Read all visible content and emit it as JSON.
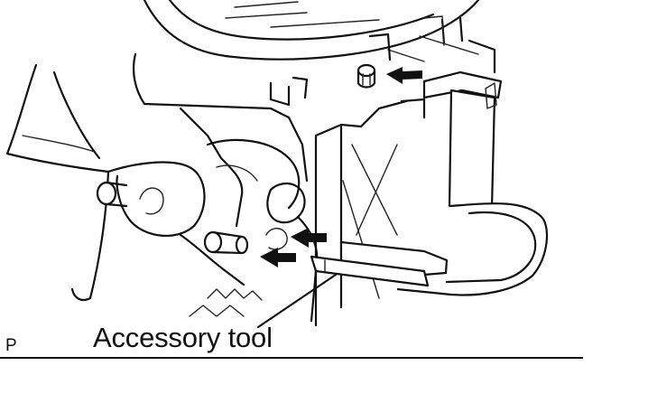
{
  "figure": {
    "callout_label": "Accessory tool",
    "figure_code": "P",
    "line_color": "#111111",
    "background": "#ffffff",
    "arrow_count": 3
  }
}
